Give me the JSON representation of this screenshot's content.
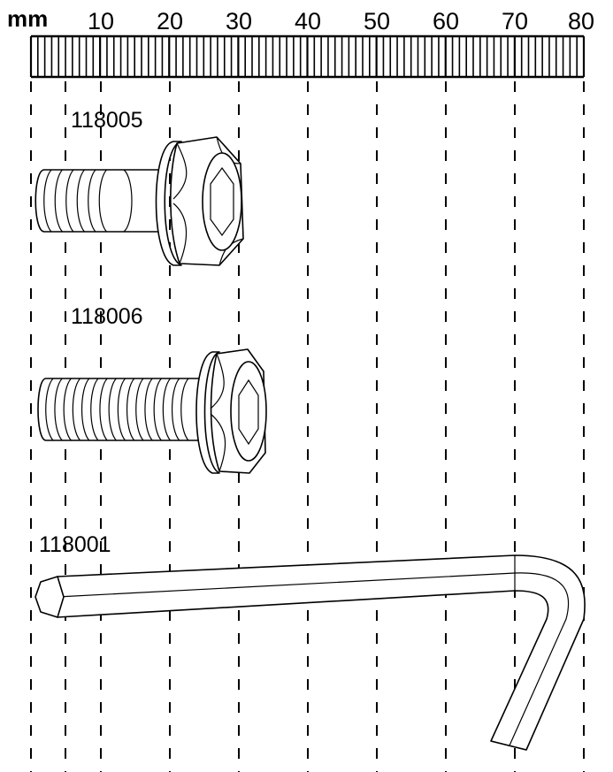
{
  "ruler": {
    "unit": "mm",
    "labels": [
      "10",
      "20",
      "30",
      "40",
      "50",
      "60",
      "70",
      "80"
    ]
  },
  "parts": {
    "bolt_long": {
      "label": "118005"
    },
    "bolt_short": {
      "label": "118006"
    },
    "hex_key": {
      "label": "118001"
    }
  }
}
